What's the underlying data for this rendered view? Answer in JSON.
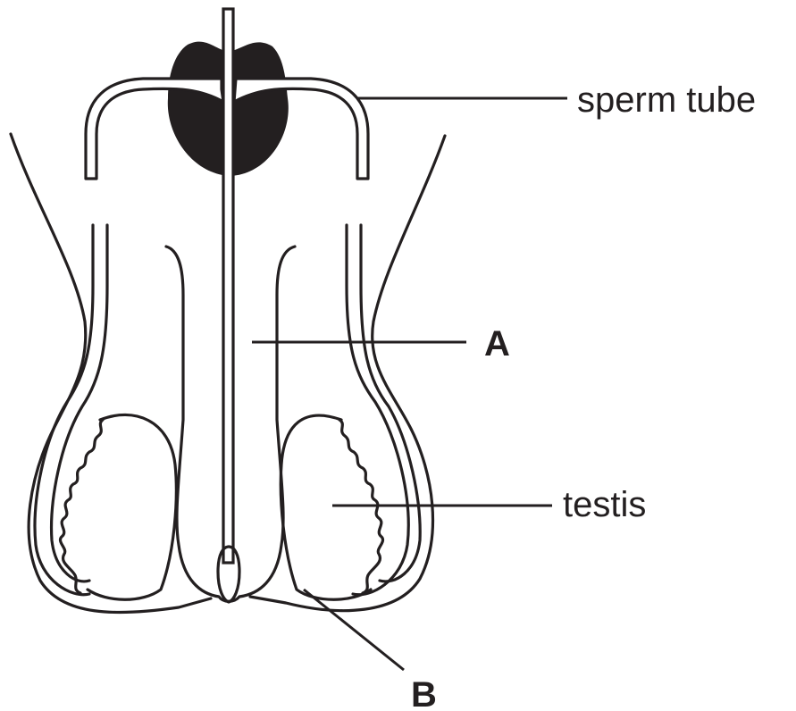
{
  "labels": {
    "sperm_tube": "sperm tube",
    "a": "A",
    "testis": "testis",
    "b": "B"
  },
  "colors": {
    "ink": "#231f20",
    "background": "#ffffff"
  }
}
